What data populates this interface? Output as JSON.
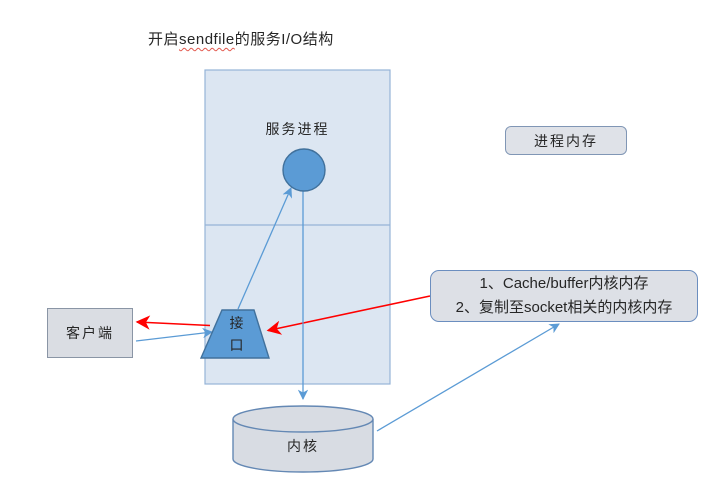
{
  "title": {
    "prefix": "开启",
    "underlined": "sendfile",
    "suffix": "的服务I/O结构"
  },
  "service_process": {
    "label": "服务进程"
  },
  "interface_shape": {
    "label": "接\n口"
  },
  "client_box": {
    "label": "客户端"
  },
  "process_memory_box": {
    "label": "进程内存"
  },
  "kernel_memory_box": {
    "line1": "1、Cache/buffer内核内存",
    "line2": "2、复制至socket相关的内核内存"
  },
  "kernel_cylinder": {
    "label": "内核"
  },
  "colors": {
    "node_fill_blue": "#5b9bd5",
    "node_stroke_blue": "#41719c",
    "container_fill": "#dce6f2",
    "container_stroke": "#95b3d7",
    "gray_fill": "#dadde3",
    "connector_blue": "#5b9bd5",
    "connector_red": "#ff0000",
    "text": "#262626",
    "squiggle_red": "#e2574c"
  },
  "connectors": [
    {
      "name": "client-to-interface",
      "color": "blue"
    },
    {
      "name": "interface-to-client",
      "color": "red"
    },
    {
      "name": "kernel-memory-to-interface",
      "color": "red"
    },
    {
      "name": "interface-to-process-circle",
      "color": "blue"
    },
    {
      "name": "process-circle-to-kernel",
      "color": "blue"
    },
    {
      "name": "kernel-to-kernel-memory",
      "color": "blue"
    }
  ]
}
